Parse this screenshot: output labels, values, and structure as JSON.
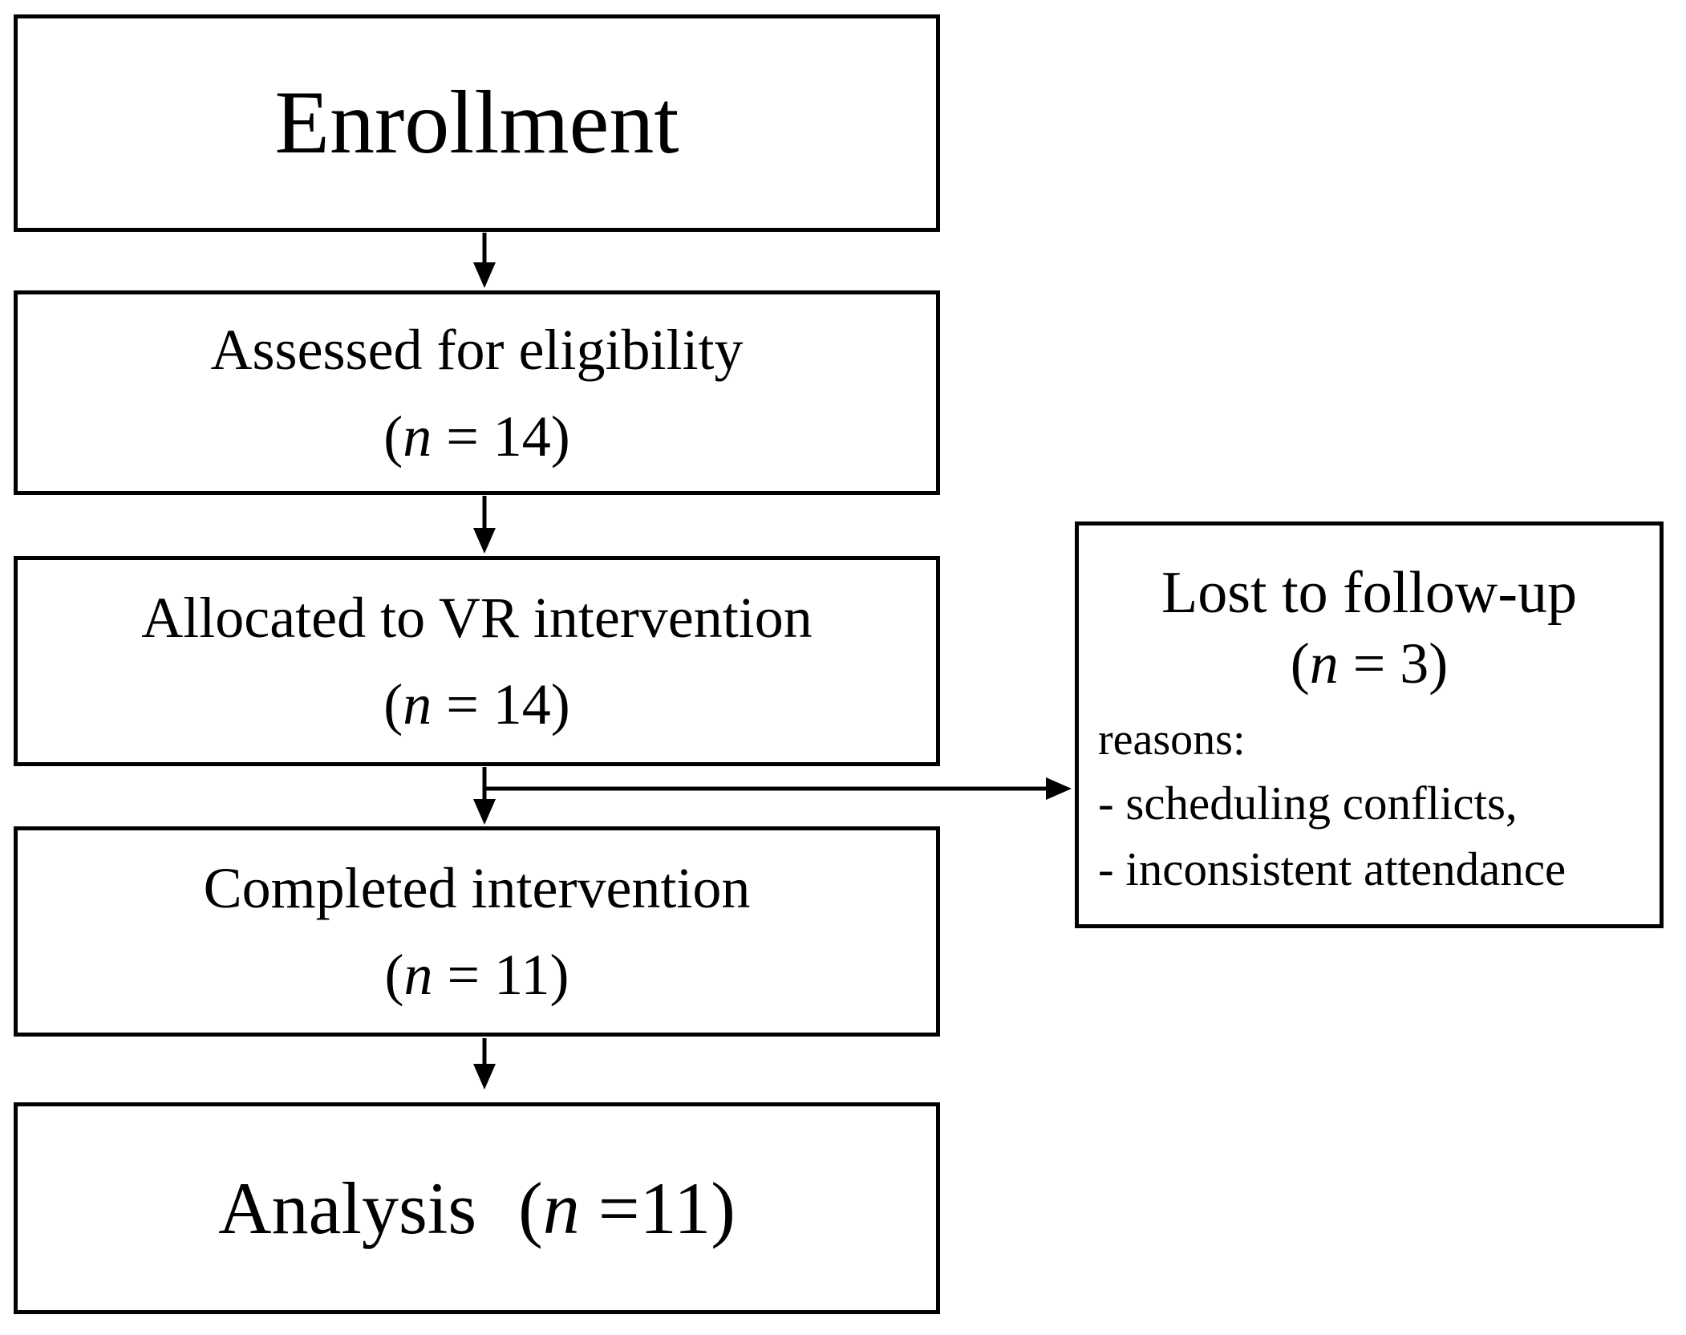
{
  "diagram": {
    "kind": "consort-flowchart",
    "colors": {
      "border": "#000000",
      "background": "#ffffff",
      "text": "#000000"
    },
    "flow": {
      "enrollment": {
        "label": "Enrollment"
      },
      "assessed": {
        "label": "Assessed for eligibility",
        "count": {
          "open": "(",
          "var": "n",
          "rest": " = 14)"
        }
      },
      "allocated": {
        "label": "Allocated to VR intervention",
        "count": {
          "open": "(",
          "var": "n",
          "rest": " = 14)"
        }
      },
      "completed": {
        "label": "Completed intervention",
        "count": {
          "open": "(",
          "var": "n",
          "rest": " = 11)"
        }
      },
      "analysis": {
        "label": "Analysis",
        "count": {
          "open": "(",
          "var": "n",
          "rest": " =11)"
        }
      },
      "lost": {
        "title": "Lost to follow-up",
        "count": {
          "open": "(",
          "var": "n",
          "rest": " = 3)"
        },
        "reasons_label": "reasons:",
        "reasons": [
          "- scheduling conflicts,",
          "- inconsistent attendance"
        ]
      }
    }
  }
}
